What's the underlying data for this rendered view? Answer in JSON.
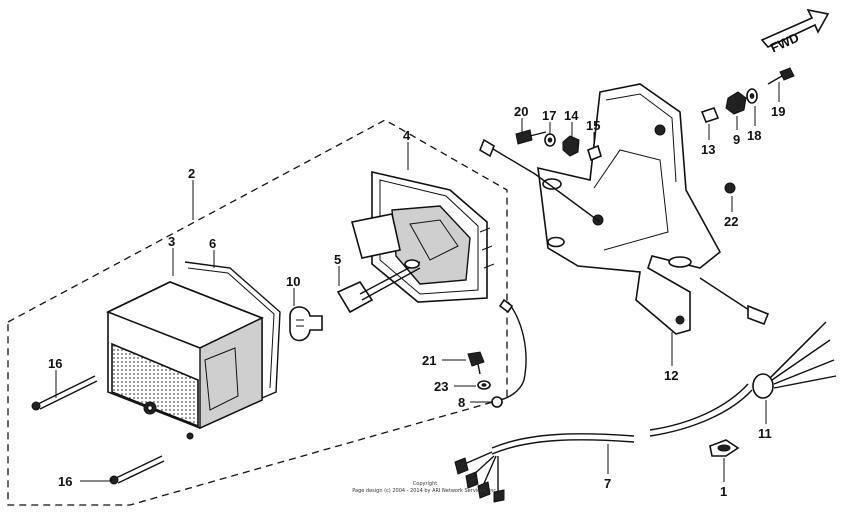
{
  "fwd_label": "FWD",
  "copyright": {
    "line1": "Copyright",
    "line2": "Page design (c) 2004 - 2014 by ARI Network Services, Inc."
  },
  "callouts": {
    "p1": "1",
    "p2": "2",
    "p3": "3",
    "p4": "4",
    "p5": "5",
    "p6": "6",
    "p7": "7",
    "p8": "8",
    "p9": "9",
    "p10": "10",
    "p11": "11",
    "p12": "12",
    "p13": "13",
    "p14": "14",
    "p15": "15",
    "p16a": "16",
    "p16b": "16",
    "p17": "17",
    "p18": "18",
    "p19": "19",
    "p20": "20",
    "p21": "21",
    "p22": "22",
    "p23": "23"
  }
}
